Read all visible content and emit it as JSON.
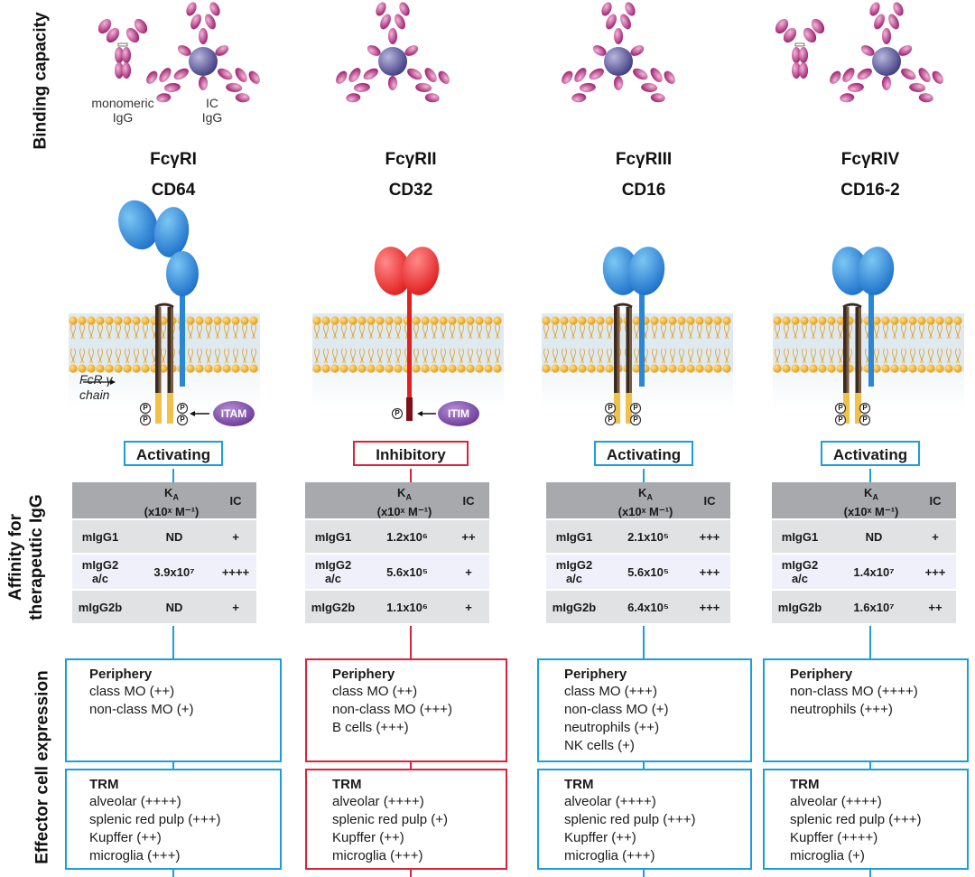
{
  "side_labels": {
    "binding": "Binding capacity",
    "affinity_line1": "Affinity for",
    "affinity_line2": "therapeutic IgG",
    "effector": "Effector cell expression"
  },
  "binding_legend": {
    "monomeric_line1": "monomeric",
    "monomeric_line2": "IgG",
    "ic_line1": "IC",
    "ic_line2": "IgG"
  },
  "annotations": {
    "fcr_chain_line1": "FcR γ",
    "fcr_chain_line2": "chain",
    "itam": "ITAM",
    "itim": "ITIM",
    "phospho": "P"
  },
  "table_header": {
    "ka_main": "K",
    "ka_sub": "A",
    "ka_units": "(x10ˣ M⁻¹)",
    "ic": "IC"
  },
  "receptors": [
    {
      "name": "FcγRI",
      "cd": "CD64",
      "type": "Activating",
      "rows": [
        {
          "label": "mIgG1",
          "ka": "ND",
          "ic": "+"
        },
        {
          "label": "mIgG2 a/c",
          "ka": "3.9x10⁷",
          "ic": "++++"
        },
        {
          "label": "mIgG2b",
          "ka": "ND",
          "ic": "+"
        }
      ],
      "periphery_title": "Periphery",
      "periphery": [
        "class MO (++)",
        "non-class MO (+)"
      ],
      "trm_title": "TRM",
      "trm": [
        "alveolar (++++)",
        "splenic red pulp (+++)",
        "Kupffer (++)",
        "microglia (+++)"
      ]
    },
    {
      "name": "FcγRII",
      "cd": "CD32",
      "type": "Inhibitory",
      "rows": [
        {
          "label": "mIgG1",
          "ka": "1.2x10⁶",
          "ic": "++"
        },
        {
          "label": "mIgG2 a/c",
          "ka": "5.6x10⁵",
          "ic": "+"
        },
        {
          "label": "mIgG2b",
          "ka": "1.1x10⁶",
          "ic": "+"
        }
      ],
      "periphery_title": "Periphery",
      "periphery": [
        "class MO (++)",
        "non-class MO (+++)",
        "B cells (+++)"
      ],
      "trm_title": "TRM",
      "trm": [
        "alveolar (++++)",
        "splenic red pulp (+)",
        "Kupffer (++)",
        "microglia (+++)"
      ]
    },
    {
      "name": "FcγRIII",
      "cd": "CD16",
      "type": "Activating",
      "rows": [
        {
          "label": "mIgG1",
          "ka": "2.1x10⁵",
          "ic": "+++"
        },
        {
          "label": "mIgG2 a/c",
          "ka": "5.6x10⁵",
          "ic": "+++"
        },
        {
          "label": "mIgG2b",
          "ka": "6.4x10⁵",
          "ic": "+++"
        }
      ],
      "periphery_title": "Periphery",
      "periphery": [
        "class MO (+++)",
        "non-class MO (+)",
        "neutrophils (++)",
        "NK cells (+)"
      ],
      "trm_title": "TRM",
      "trm": [
        "alveolar (++++)",
        "splenic red pulp (+++)",
        "Kupffer (++)",
        "microglia (+++)"
      ]
    },
    {
      "name": "FcγRIV",
      "cd": "CD16-2",
      "type": "Activating",
      "rows": [
        {
          "label": "mIgG1",
          "ka": "ND",
          "ic": "+"
        },
        {
          "label": "mIgG2 a/c",
          "ka": "1.4x10⁷",
          "ic": "+++"
        },
        {
          "label": "mIgG2b",
          "ka": "1.6x10⁷",
          "ic": "++"
        }
      ],
      "periphery_title": "Periphery",
      "periphery": [
        "non-class MO (++++)",
        "neutrophils (+++)"
      ],
      "trm_title": "TRM",
      "trm": [
        "alveolar (++++)",
        "splenic red pulp (+++)",
        "Kupffer (++++)",
        "microglia (+)"
      ]
    }
  ],
  "colors": {
    "activating": "#1b9fd8",
    "inhibitory": "#d8243a",
    "receptor_blue": "#2a86d6",
    "receptor_red": "#ee2b2b",
    "igg_magenta": "#b2337f",
    "lipid_head": "#f2b01e",
    "itam": "#7b4aa3",
    "header_gray": "#a7a9ac"
  }
}
